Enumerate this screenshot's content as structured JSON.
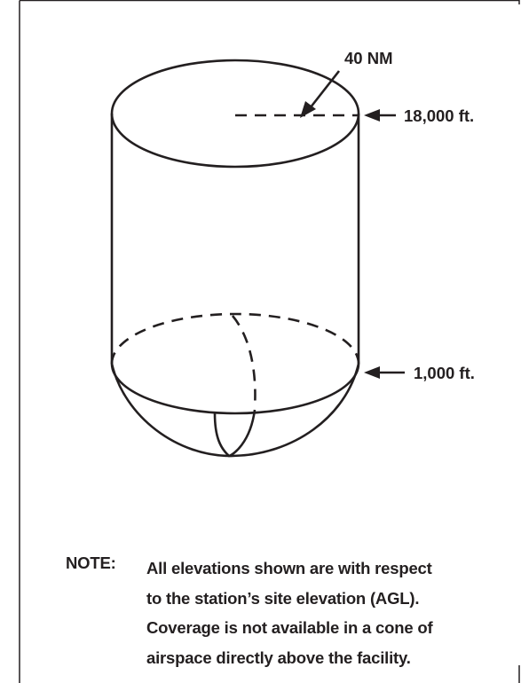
{
  "diagram": {
    "labels": {
      "radius": "40 NM",
      "ceiling": "18,000 ft.",
      "floor": "1,000 ft."
    }
  },
  "note": {
    "label": "NOTE:",
    "lines": [
      "All elevations shown are with respect",
      "to the station’s site elevation (AGL).",
      "Coverage is not available in a cone of",
      "airspace directly above the facility."
    ]
  }
}
